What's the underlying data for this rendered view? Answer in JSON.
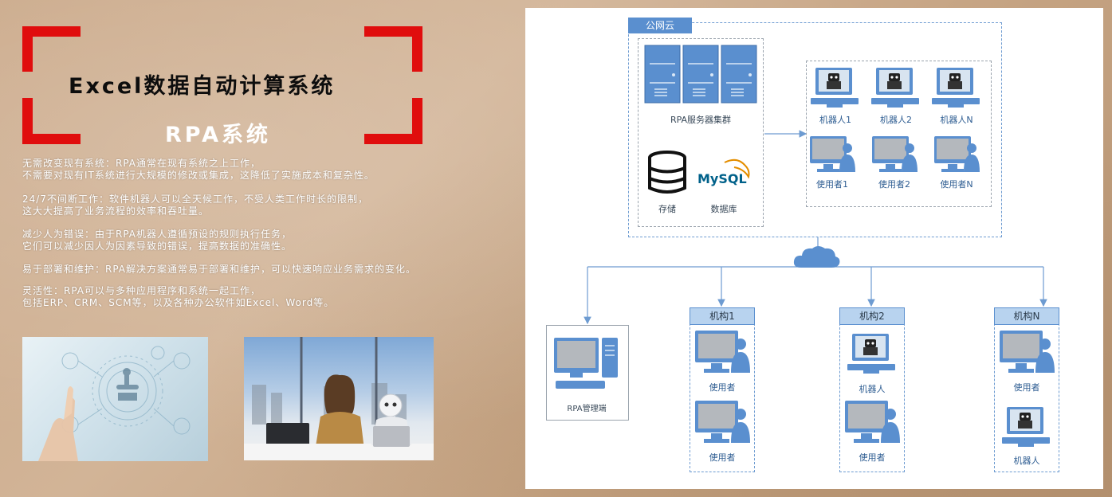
{
  "title": "Excel数据自动计算系统",
  "subtitle": "RPA系统",
  "paragraphs": [
    {
      "line1": "无需改变现有系统：RPA通常在现有系统之上工作，",
      "line2": "不需要对现有IT系统进行大规模的修改或集成，这降低了实施成本和复杂性。"
    },
    {
      "line1": "24/7不间断工作：软件机器人可以全天候工作，不受人类工作时长的限制，",
      "line2": "这大大提高了业务流程的效率和吞吐量。"
    },
    {
      "line1": "减少人为错误：由于RPA机器人遵循预设的规则执行任务，",
      "line2": "它们可以减少因人为因素导致的错误，提高数据的准确性。"
    },
    {
      "line1": "易于部署和维护：RPA解决方案通常易于部署和维护，可以快速响应业务需求的变化。",
      "line2": ""
    },
    {
      "line1": "灵活性：RPA可以与多种应用程序和系统一起工作，",
      "line2": "包括ERP、CRM、SCM等，以及各种办公软件如Excel、Word等。"
    }
  ],
  "diagram": {
    "cloud_label": "公网云",
    "server_label": "RPA服务器集群",
    "storage_label": "存储",
    "db_label": "数据库",
    "mysql_logo": "MySQL",
    "robots": [
      "机器人1",
      "机器人2",
      "机器人N"
    ],
    "users": [
      "使用者1",
      "使用者2",
      "使用者N"
    ],
    "rpa_admin": "RPA管理端",
    "org1": {
      "name": "机构1",
      "items": [
        "使用者",
        "使用者"
      ]
    },
    "org2": {
      "name": "机构2",
      "items": [
        "机器人",
        "使用者"
      ]
    },
    "orgN": {
      "name": "机构N",
      "items": [
        "使用者",
        "机器人"
      ]
    }
  },
  "colors": {
    "accent_red": "#e00d0d",
    "diagram_blue": "#5a8fcf",
    "line_blue": "#6d9bd1"
  }
}
